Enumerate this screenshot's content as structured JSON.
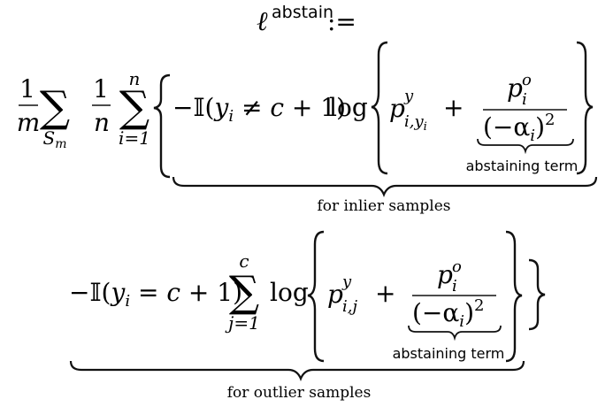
{
  "lhs": {
    "symbol": "ℓ",
    "superscript": "abstain",
    "assign": ":="
  },
  "line1": {
    "outer_frac": {
      "num": "1",
      "den": "m"
    },
    "sum1": {
      "symbol": "∑",
      "sub": "S",
      "sub_sub": "m"
    },
    "inner_frac": {
      "num": "1",
      "den": "n"
    },
    "sum2": {
      "symbol": "∑",
      "upper": "n",
      "lower": "i=1"
    },
    "indicator_open": "−𝕀(",
    "indicator_var": "y",
    "indicator_sub": "i",
    "indicator_rel": " ≠ ",
    "indicator_rhs": "c + 1)",
    "log": "log",
    "p_base": "p",
    "p_sup": "y",
    "p_sub": "i,y",
    "p_sub_sub": "i",
    "plus": "+",
    "abs_num_base": "p",
    "abs_num_sup": "o",
    "abs_num_sub": "i",
    "abs_den": "(−α",
    "abs_den_sub": "i",
    "abs_den_close": ")",
    "abs_den_sup": "2",
    "abstain_label": "abstaining term",
    "under_label": "for inlier samples"
  },
  "line2": {
    "indicator_open": "−𝕀(",
    "indicator_var": "y",
    "indicator_sub": "i",
    "indicator_rel": " = ",
    "indicator_rhs": "c + 1)",
    "sum": {
      "symbol": "∑",
      "upper": "c",
      "lower": "j=1"
    },
    "log": "log",
    "p_base": "p",
    "p_sup": "y",
    "p_sub": "i,j",
    "plus": "+",
    "abs_num_base": "p",
    "abs_num_sup": "o",
    "abs_num_sub": "i",
    "abs_den": "(−α",
    "abs_den_sub": "i",
    "abs_den_close": ")",
    "abs_den_sup": "2",
    "abstain_label": "abstaining term",
    "under_label": "for outlier samples"
  }
}
